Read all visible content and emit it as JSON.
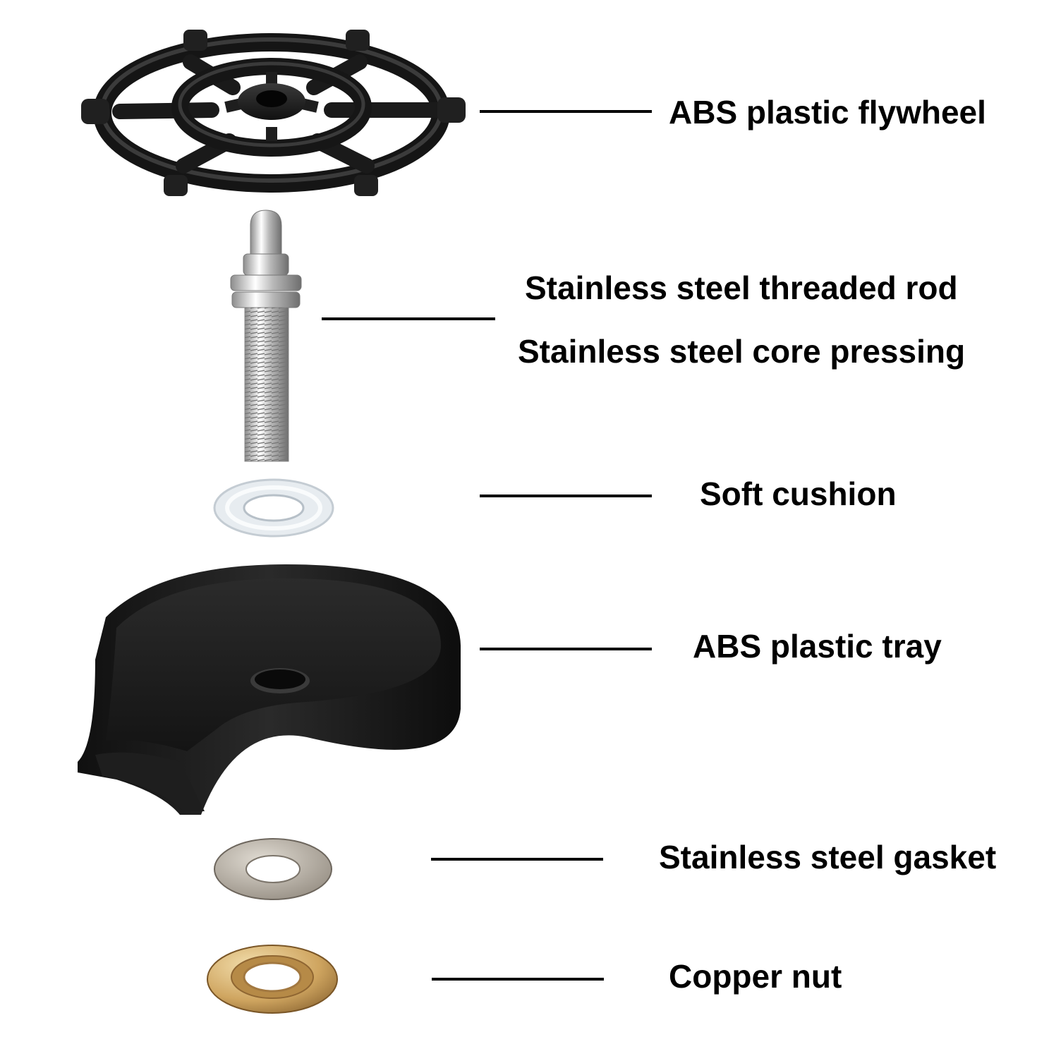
{
  "colors": {
    "background": "#ffffff",
    "text": "#000000",
    "leader": "#000000",
    "abs_black": "#1c1c1c",
    "chrome": "#c9c9c9",
    "copper": "#d8b573",
    "gasket": "#bdb7ad",
    "cushion": "#dfe5ea"
  },
  "parts": [
    {
      "id": "flywheel",
      "label": "ABS plastic flywheel",
      "icon": "flywheel-icon"
    },
    {
      "id": "rod",
      "label": "Stainless steel threaded rod",
      "label2": "Stainless steel core pressing",
      "icon": "threaded-rod-icon"
    },
    {
      "id": "cushion",
      "label": "Soft cushion",
      "icon": "cushion-ring-icon"
    },
    {
      "id": "tray",
      "label": "ABS plastic tray",
      "icon": "tray-icon"
    },
    {
      "id": "gasket",
      "label": "Stainless steel gasket",
      "icon": "gasket-icon"
    },
    {
      "id": "nut",
      "label": "Copper nut",
      "icon": "copper-nut-icon"
    }
  ]
}
